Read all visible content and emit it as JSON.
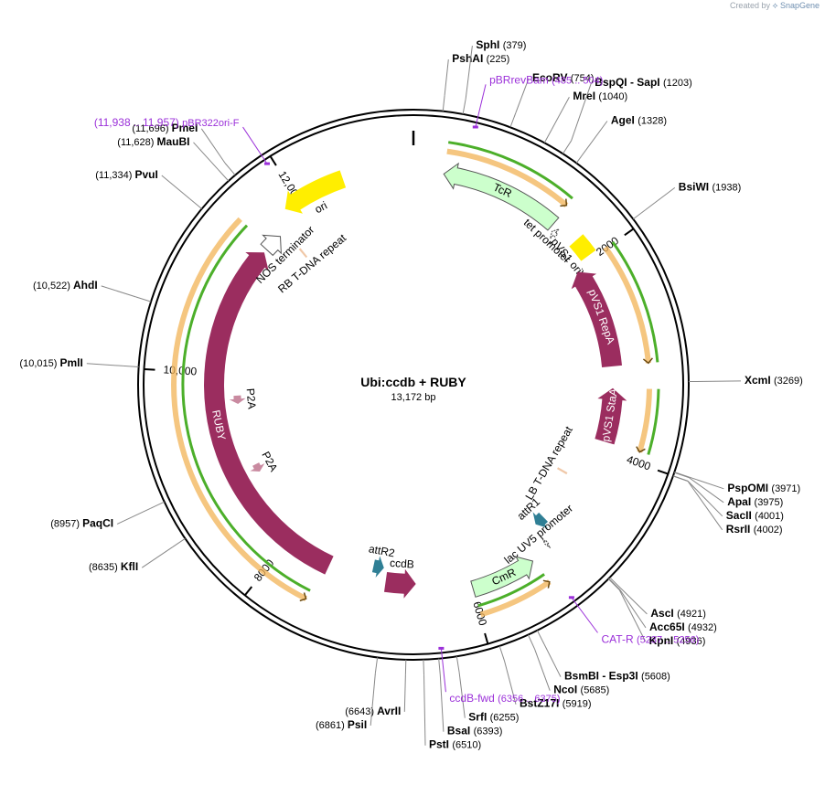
{
  "app": {
    "credit_text": "Created by",
    "brand": "SnapGene"
  },
  "plasmid": {
    "name": "Ubi:ccdb + RUBY",
    "length_text": "13,172 bp",
    "length": 13172
  },
  "colors": {
    "backbone": "#000000",
    "primer": "#9b30d9",
    "orf": "#9b2d5f",
    "yellow": "#ffee00",
    "marker": "#ccffcc",
    "teal": "#2f7f95",
    "tdna": "#f0c8a8",
    "orange": "#f2b355",
    "green": "#4caf2a"
  },
  "ticks": [
    {
      "pos": 2000,
      "label": "2000"
    },
    {
      "pos": 4000,
      "label": "4000"
    },
    {
      "pos": 6000,
      "label": "6000"
    },
    {
      "pos": 8000,
      "label": "8000"
    },
    {
      "pos": 10000,
      "label": "10,000"
    },
    {
      "pos": 12000,
      "label": "12,000"
    }
  ],
  "sites": [
    {
      "pos": 225,
      "name": "PshAI",
      "coord": "(225)"
    },
    {
      "pos": 379,
      "name": "SphI",
      "coord": "(379)"
    },
    {
      "pos": 754,
      "name": "EcoRV",
      "coord": "(754)"
    },
    {
      "pos": 1040,
      "name": "MreI",
      "coord": "(1040)"
    },
    {
      "pos": 1203,
      "name": "BspQI - SapI",
      "coord": "(1203)"
    },
    {
      "pos": 1328,
      "name": "AgeI",
      "coord": "(1328)"
    },
    {
      "pos": 1938,
      "name": "BsiWI",
      "coord": "(1938)"
    },
    {
      "pos": 3269,
      "name": "XcmI",
      "coord": "(3269)"
    },
    {
      "pos": 3971,
      "name": "PspOMI",
      "coord": "(3971)"
    },
    {
      "pos": 3975,
      "name": "ApaI",
      "coord": "(3975)"
    },
    {
      "pos": 4001,
      "name": "SacII",
      "coord": "(4001)"
    },
    {
      "pos": 4002,
      "name": "RsrII",
      "coord": "(4002)"
    },
    {
      "pos": 4921,
      "name": "AscI",
      "coord": "(4921)"
    },
    {
      "pos": 4932,
      "name": "Acc65I",
      "coord": "(4932)"
    },
    {
      "pos": 4936,
      "name": "KpnI",
      "coord": "(4936)"
    },
    {
      "pos": 5608,
      "name": "BsmBI - Esp3I",
      "coord": "(5608)"
    },
    {
      "pos": 5685,
      "name": "NcoI",
      "coord": "(5685)"
    },
    {
      "pos": 5919,
      "name": "BstZ17I",
      "coord": "(5919)"
    },
    {
      "pos": 6255,
      "name": "SrfI",
      "coord": "(6255)"
    },
    {
      "pos": 6393,
      "name": "BsaI",
      "coord": "(6393)"
    },
    {
      "pos": 6510,
      "name": "PstI",
      "coord": "(6510)"
    },
    {
      "pos": 6643,
      "name": "AvrII",
      "coord": "(6643)"
    },
    {
      "pos": 6861,
      "name": "PsiI",
      "coord": "(6861)"
    },
    {
      "pos": 8635,
      "name": "KflI",
      "coord": "(8635)"
    },
    {
      "pos": 8957,
      "name": "PaqCI",
      "coord": "(8957)"
    },
    {
      "pos": 10015,
      "name": "PmlI",
      "coord": "(10,015)"
    },
    {
      "pos": 10522,
      "name": "AhdI",
      "coord": "(10,522)"
    },
    {
      "pos": 11334,
      "name": "PvuI",
      "coord": "(11,334)"
    },
    {
      "pos": 11628,
      "name": "MauBI",
      "coord": "(11,628)"
    },
    {
      "pos": 11696,
      "name": "PmeI",
      "coord": "(11,696)"
    }
  ],
  "primers": [
    {
      "pos": 495,
      "name": "pBRrevBam",
      "range": "(485 .. 504)"
    },
    {
      "pos": 5247,
      "name": "CAT-R",
      "range": "(5237 .. 5256)"
    },
    {
      "pos": 6366,
      "name": "ccdB-fwd",
      "range": "(6356 .. 6375)"
    },
    {
      "pos": 11947,
      "name": "pBR322ori-F",
      "range": "(11,938 .. 11,957)"
    }
  ],
  "features": [
    {
      "name": "TcR",
      "start": 300,
      "end": 1500,
      "strand": -1,
      "kind": "marker",
      "label": "TcR"
    },
    {
      "name": "tet promoter",
      "start": 1540,
      "end": 1600,
      "strand": -1,
      "kind": "promoter",
      "label": "tet promoter"
    },
    {
      "name": "pVS1 oriV",
      "start": 1770,
      "end": 1960,
      "strand": 0,
      "kind": "yellow",
      "label": "pVS1 oriV"
    },
    {
      "name": "pVS1 RepA",
      "start": 2030,
      "end": 3100,
      "strand": -1,
      "kind": "orf",
      "label": "pVS1 RepA"
    },
    {
      "name": "pVS1 StaA",
      "start": 3330,
      "end": 3900,
      "strand": -1,
      "kind": "orf",
      "label": "pVS1 StaA"
    },
    {
      "name": "LB T-DNA repeat",
      "start": 4380,
      "end": 4405,
      "strand": 0,
      "kind": "tdna",
      "label": "LB T-DNA repeat"
    },
    {
      "name": "attR1",
      "start": 4960,
      "end": 5080,
      "strand": 1,
      "kind": "teal",
      "label": "attR1"
    },
    {
      "name": "lac UV5 promoter",
      "start": 5110,
      "end": 5140,
      "strand": 1,
      "kind": "promoter",
      "label": "lac UV5 promoter"
    },
    {
      "name": "CmR",
      "start": 5340,
      "end": 5990,
      "strand": -1,
      "kind": "marker",
      "label": "CmR"
    },
    {
      "name": "ccdB",
      "start": 6560,
      "end": 6880,
      "strand": -1,
      "kind": "orf",
      "label": "ccdB"
    },
    {
      "name": "attR2",
      "start": 6920,
      "end": 7040,
      "strand": -1,
      "kind": "teal",
      "label": "attR2"
    },
    {
      "name": "RUBY",
      "start": 7500,
      "end": 11400,
      "strand": 1,
      "kind": "orf",
      "label": "RUBY"
    },
    {
      "name": "P2A",
      "start": 8800,
      "end": 8900,
      "strand": -1,
      "kind": "p2a",
      "label": "P2A"
    },
    {
      "name": "P2A",
      "start": 9650,
      "end": 9750,
      "strand": -1,
      "kind": "p2a",
      "label": "P2A"
    },
    {
      "name": "NOS terminator",
      "start": 11440,
      "end": 11640,
      "strand": 1,
      "kind": "terminator",
      "label": "NOS terminator"
    },
    {
      "name": "RB T-DNA repeat",
      "start": 11700,
      "end": 11725,
      "strand": 0,
      "kind": "tdna",
      "label": "RB T-DNA repeat"
    },
    {
      "name": "ori",
      "start": 11850,
      "end": 12480,
      "strand": -1,
      "kind": "yellow",
      "label": "ori"
    }
  ],
  "translations": [
    {
      "start": 300,
      "end": 1480,
      "strand": 1
    },
    {
      "start": 1990,
      "end": 3100,
      "strand": 1
    },
    {
      "start": 3330,
      "end": 3900,
      "strand": 1
    },
    {
      "start": 5320,
      "end": 5990,
      "strand": -1
    },
    {
      "start": 7560,
      "end": 11480,
      "strand": -1
    }
  ]
}
